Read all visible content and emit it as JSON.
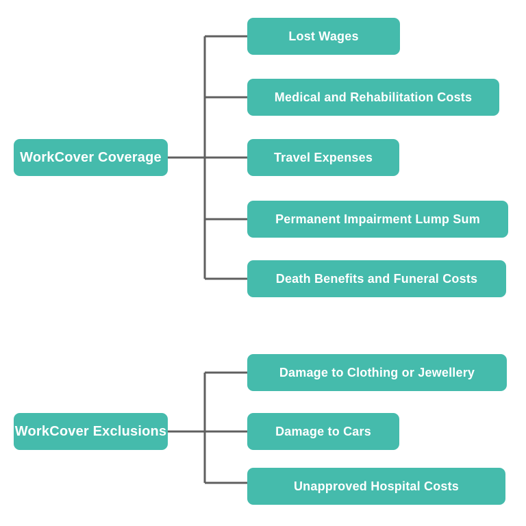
{
  "diagram": {
    "type": "mindmap-tree",
    "colors": {
      "node": "#45bbac",
      "text": "#ffffff",
      "line": "#5f5f5f",
      "background": "#ffffff"
    },
    "groups": [
      {
        "root": {
          "label": "WorkCover Coverage"
        },
        "children": [
          {
            "label": "Lost Wages"
          },
          {
            "label": "Medical and Rehabilitation Costs"
          },
          {
            "label": "Travel Expenses"
          },
          {
            "label": "Permanent Impairment Lump Sum"
          },
          {
            "label": "Death Benefits and Funeral Costs"
          }
        ]
      },
      {
        "root": {
          "label": "WorkCover Exclusions"
        },
        "children": [
          {
            "label": "Damage to Clothing or Jewellery"
          },
          {
            "label": "Damage to Cars"
          },
          {
            "label": "Unapproved Hospital Costs"
          }
        ]
      }
    ]
  }
}
